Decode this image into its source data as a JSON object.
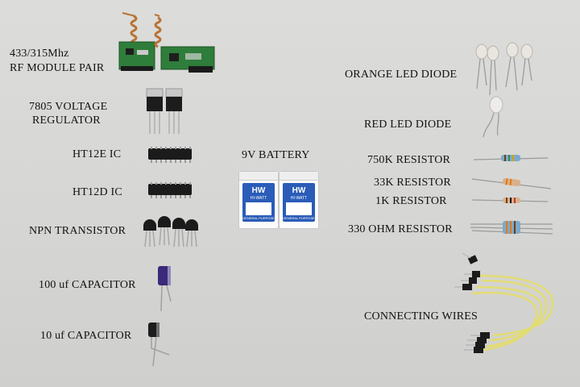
{
  "labels": {
    "rf_line1": "433/315Mhz",
    "rf_line2": "RF MODULE PAIR",
    "reg_line1": "7805 VOLTAGE",
    "reg_line2": "REGULATOR",
    "ht12e": "HT12E IC",
    "ht12d": "HT12D IC",
    "npn": "NPN TRANSISTOR",
    "cap100": "100 uf CAPACITOR",
    "cap10": "10 uf CAPACITOR",
    "battery": "9V BATTERY",
    "orange_led": "ORANGE LED DIODE",
    "red_led": "RED LED DIODE",
    "r750k": "750K RESISTOR",
    "r33k": "33K RESISTOR",
    "r1k": "1K RESISTOR",
    "r330": "330 OHM RESISTOR",
    "wires": "CONNECTING WIRES"
  },
  "battery_print": {
    "logo": "HW",
    "brand": "HI-WATT",
    "type": "GENERAL PURPOSE"
  },
  "colors": {
    "background": "#d8d8d6",
    "pcb_green": "#2f7d3a",
    "battery_blue": "#2a5cb8",
    "wire_yellow": "#e3dc72",
    "copper": "#b87333"
  }
}
